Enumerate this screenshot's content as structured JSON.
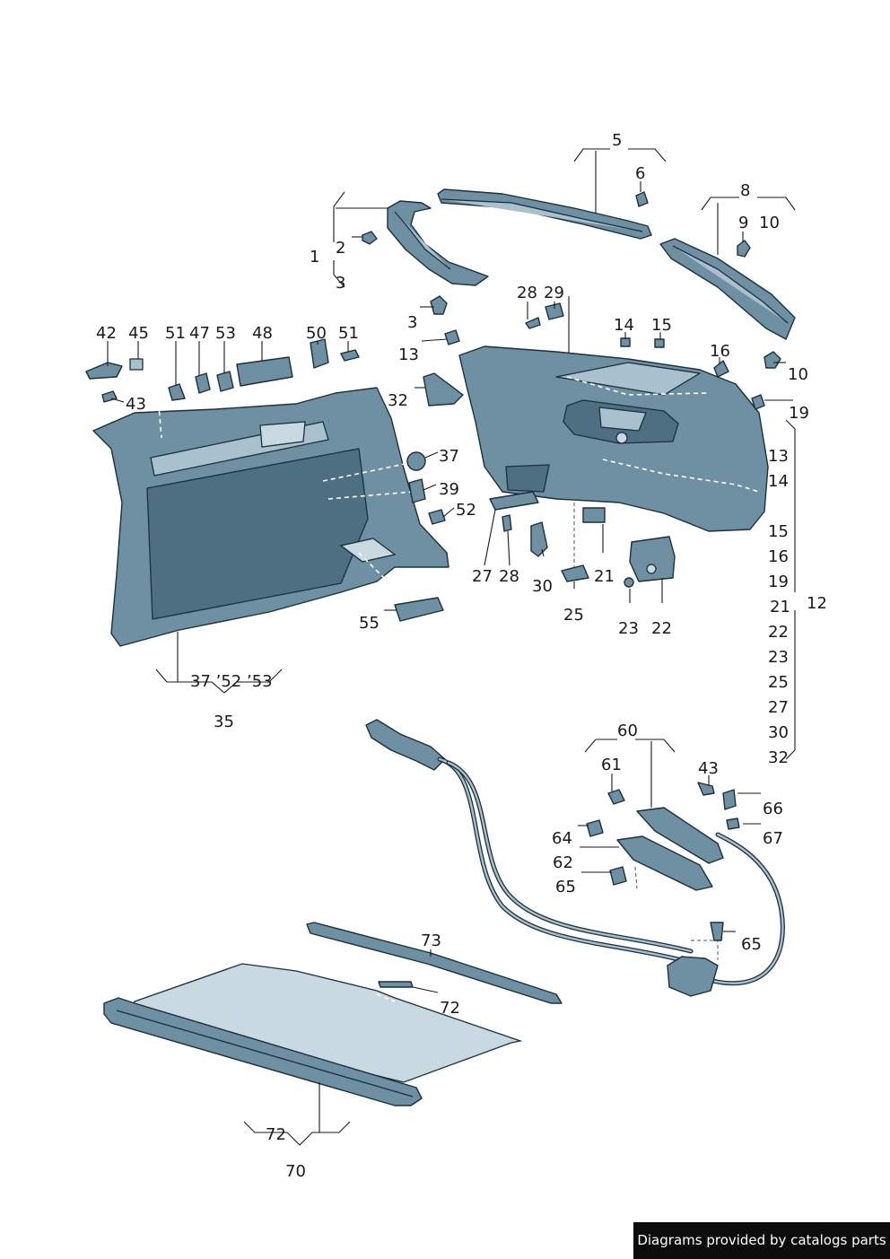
{
  "callouts": [
    {
      "id": "c5",
      "text": "5"
    },
    {
      "id": "c6",
      "text": "6"
    },
    {
      "id": "c8",
      "text": "8"
    },
    {
      "id": "c9",
      "text": "9"
    },
    {
      "id": "c10a",
      "text": "10"
    },
    {
      "id": "c1",
      "text": "1"
    },
    {
      "id": "c2",
      "text": "2"
    },
    {
      "id": "c3a",
      "text": "3"
    },
    {
      "id": "c28a",
      "text": "28"
    },
    {
      "id": "c29",
      "text": "29"
    },
    {
      "id": "c14a",
      "text": "14"
    },
    {
      "id": "c15a",
      "text": "15"
    },
    {
      "id": "c3b",
      "text": "3"
    },
    {
      "id": "c13a",
      "text": "13"
    },
    {
      "id": "c16",
      "text": "16"
    },
    {
      "id": "c10b",
      "text": "10"
    },
    {
      "id": "c42",
      "text": "42"
    },
    {
      "id": "c45",
      "text": "45"
    },
    {
      "id": "c51a",
      "text": "51"
    },
    {
      "id": "c47",
      "text": "47"
    },
    {
      "id": "c53",
      "text": "53"
    },
    {
      "id": "c48",
      "text": "48"
    },
    {
      "id": "c50",
      "text": "50"
    },
    {
      "id": "c51b",
      "text": "51"
    },
    {
      "id": "c43a",
      "text": "43"
    },
    {
      "id": "c32a",
      "text": "32"
    },
    {
      "id": "c19a",
      "text": "19"
    },
    {
      "id": "c13b",
      "text": "13"
    },
    {
      "id": "c14b",
      "text": "14"
    },
    {
      "id": "c37",
      "text": "37"
    },
    {
      "id": "c39",
      "text": "39"
    },
    {
      "id": "c52",
      "text": "52"
    },
    {
      "id": "c15b",
      "text": "15"
    },
    {
      "id": "c16b",
      "text": "16"
    },
    {
      "id": "c27a",
      "text": "27"
    },
    {
      "id": "c28b",
      "text": "28"
    },
    {
      "id": "c21a",
      "text": "21"
    },
    {
      "id": "c19b",
      "text": "19"
    },
    {
      "id": "c30a",
      "text": "30"
    },
    {
      "id": "c21b",
      "text": "21"
    },
    {
      "id": "c12",
      "text": "12"
    },
    {
      "id": "c25a",
      "text": "25"
    },
    {
      "id": "c22a",
      "text": "22"
    },
    {
      "id": "c55",
      "text": "55"
    },
    {
      "id": "c23a",
      "text": "23"
    },
    {
      "id": "c22b",
      "text": "22"
    },
    {
      "id": "c23b",
      "text": "23"
    },
    {
      "id": "c25b",
      "text": "25"
    },
    {
      "id": "c3752",
      "text": "37 ’52 ’53"
    },
    {
      "id": "c27b",
      "text": "27"
    },
    {
      "id": "c35",
      "text": "35"
    },
    {
      "id": "c30b",
      "text": "30"
    },
    {
      "id": "c60",
      "text": "60"
    },
    {
      "id": "c32b",
      "text": "32"
    },
    {
      "id": "c61",
      "text": "61"
    },
    {
      "id": "c43b",
      "text": "43"
    },
    {
      "id": "c66",
      "text": "66"
    },
    {
      "id": "c64",
      "text": "64"
    },
    {
      "id": "c67",
      "text": "67"
    },
    {
      "id": "c62",
      "text": "62"
    },
    {
      "id": "c65a",
      "text": "65"
    },
    {
      "id": "c65b",
      "text": "65"
    },
    {
      "id": "c73",
      "text": "73"
    },
    {
      "id": "c72a",
      "text": "72"
    },
    {
      "id": "c72b",
      "text": "72"
    },
    {
      "id": "c70",
      "text": "70"
    }
  ],
  "credit": "Diagrams provided by catalogs parts"
}
